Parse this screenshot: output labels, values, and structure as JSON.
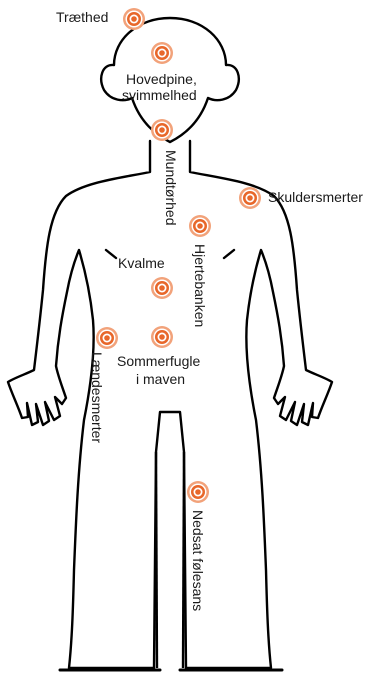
{
  "colors": {
    "outline": "#000000",
    "marker": "#e8672a",
    "marker_light": "#f2a27a",
    "text": "#1a1a1a"
  },
  "labels": {
    "fatigue": "Træthed",
    "headache_1": "Hovedpine,",
    "headache_2": "svimmelhed",
    "dry_mouth": "Mundtørhed",
    "shoulder_pain": "Skuldersmerter",
    "nausea": "Kvalme",
    "palpitations": "Hjertebanken",
    "back_pain": "Lændesmerter",
    "butterflies_1": "Sommerfugle",
    "butterflies_2": "i maven",
    "numbness": "Nedsat følesans"
  }
}
